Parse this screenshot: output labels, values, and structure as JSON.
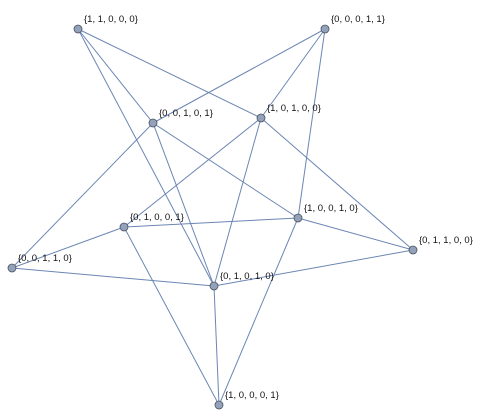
{
  "graph": {
    "vertices": [
      {
        "id": "v0",
        "label": "{1, 1, 0, 0, 0}"
      },
      {
        "id": "v1",
        "label": "{0, 0, 0, 1, 1}"
      },
      {
        "id": "v2",
        "label": "{0, 0, 1, 0, 1}"
      },
      {
        "id": "v3",
        "label": "{1, 0, 1, 0, 0}"
      },
      {
        "id": "v4",
        "label": "{0, 1, 0, 0, 1}"
      },
      {
        "id": "v5",
        "label": "{1, 0, 0, 1, 0}"
      },
      {
        "id": "v6",
        "label": "{0, 0, 1, 1, 0}"
      },
      {
        "id": "v7",
        "label": "{0, 1, 1, 0, 0}"
      },
      {
        "id": "v8",
        "label": "{0, 1, 0, 1, 0}"
      },
      {
        "id": "v9",
        "label": "{1, 0, 0, 0, 1}"
      }
    ],
    "edges": [
      [
        "v0",
        "v2"
      ],
      [
        "v0",
        "v3"
      ],
      [
        "v0",
        "v8"
      ],
      [
        "v1",
        "v2"
      ],
      [
        "v1",
        "v3"
      ],
      [
        "v1",
        "v5"
      ],
      [
        "v2",
        "v5"
      ],
      [
        "v2",
        "v6"
      ],
      [
        "v2",
        "v8"
      ],
      [
        "v3",
        "v4"
      ],
      [
        "v3",
        "v7"
      ],
      [
        "v3",
        "v8"
      ],
      [
        "v4",
        "v5"
      ],
      [
        "v4",
        "v6"
      ],
      [
        "v4",
        "v9"
      ],
      [
        "v5",
        "v7"
      ],
      [
        "v5",
        "v9"
      ],
      [
        "v6",
        "v8"
      ],
      [
        "v7",
        "v8"
      ],
      [
        "v8",
        "v9"
      ]
    ]
  }
}
